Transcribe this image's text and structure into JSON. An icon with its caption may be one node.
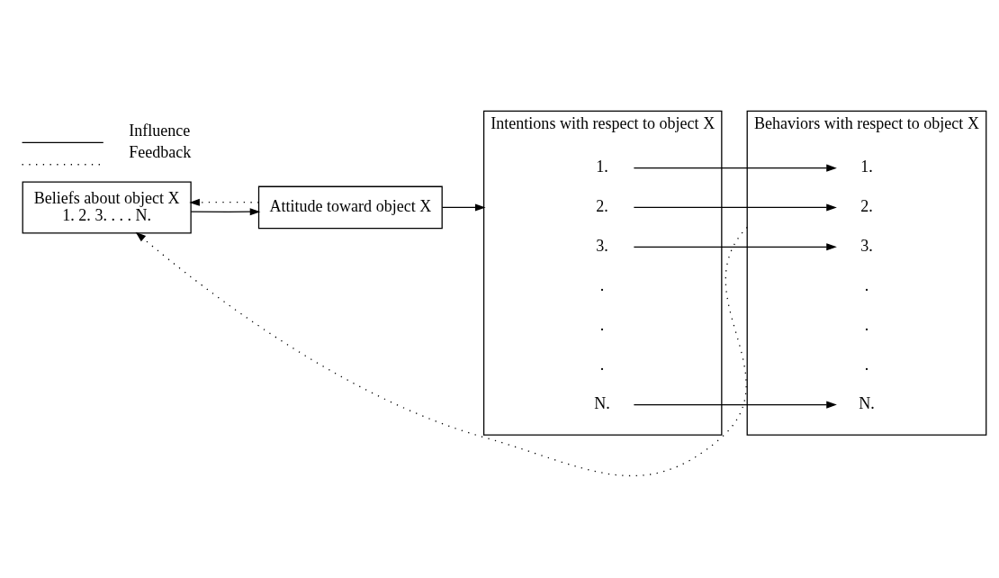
{
  "diagram": {
    "nodes": [
      {
        "text": [
          "Beliefs about object X",
          "1. 2. 3. . . . N."
        ]
      },
      {
        "text": [
          "Attitude toward object X"
        ]
      },
      {
        "text": [
          "Intentions with respect to object X"
        ]
      },
      {
        "text": [
          "1."
        ],
        "in": 2
      },
      {
        "text": [
          "2."
        ],
        "in": 2
      },
      {
        "text": [
          "3."
        ],
        "in": 2
      },
      {
        "text": [
          "N."
        ],
        "in": 2
      },
      {
        "text": [
          "Behaviors with respect to object X"
        ]
      },
      {
        "text": [
          "1."
        ],
        "in": 7
      },
      {
        "text": [
          "2."
        ],
        "in": 7
      },
      {
        "text": [
          "3."
        ],
        "in": 7
      },
      {
        "text": [
          "N."
        ],
        "in": 7
      }
    ],
    "edges": [
      {
        "from": 0,
        "to": 1,
        "arrow": "to"
      },
      {
        "from": 1,
        "to": 0,
        "arrow": "to",
        "style": "dashed"
      },
      {
        "from": 1,
        "to": 2,
        "arrow": "to"
      },
      {
        "from": 3,
        "to": 8,
        "arrow": "to"
      },
      {
        "from": 4,
        "to": 9,
        "arrow": "to"
      },
      {
        "from": 5,
        "to": 10,
        "arrow": "to"
      },
      {
        "from": 6,
        "to": 11,
        "arrow": "to"
      },
      {
        "from": 7,
        "to": 0,
        "arrow": "to",
        "style": "dashed"
      }
    ],
    "labels": [
      ".",
      ".",
      ".",
      ".",
      ".",
      "."
    ],
    "legend": [
      {
        "text": "Influence"
      },
      {
        "text": "Feedback"
      }
    ]
  }
}
